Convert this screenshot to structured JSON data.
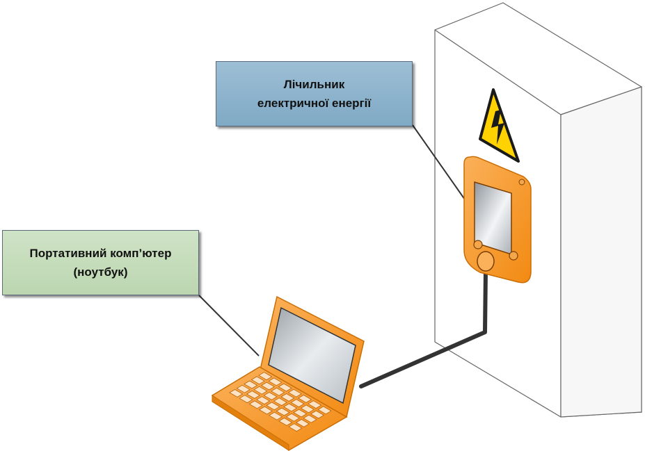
{
  "labels": {
    "meter": {
      "line1": "Лічильник",
      "line2": "електричної енергії"
    },
    "laptop": {
      "line1": "Портативний комп’ютер",
      "line2": "(ноутбук)"
    }
  },
  "icons": {
    "cabinet": "electrical-cabinet-icon",
    "warning": "high-voltage-warning-icon",
    "meter": "energy-meter-icon",
    "laptop": "laptop-icon"
  },
  "colors": {
    "orange": "#f7941d",
    "orange_light": "#fbc28a",
    "warning_yellow": "#ffd200",
    "meter_label_bg": "#8db4cf",
    "laptop_label_bg": "#c6ddbb",
    "cable": "#333333"
  }
}
